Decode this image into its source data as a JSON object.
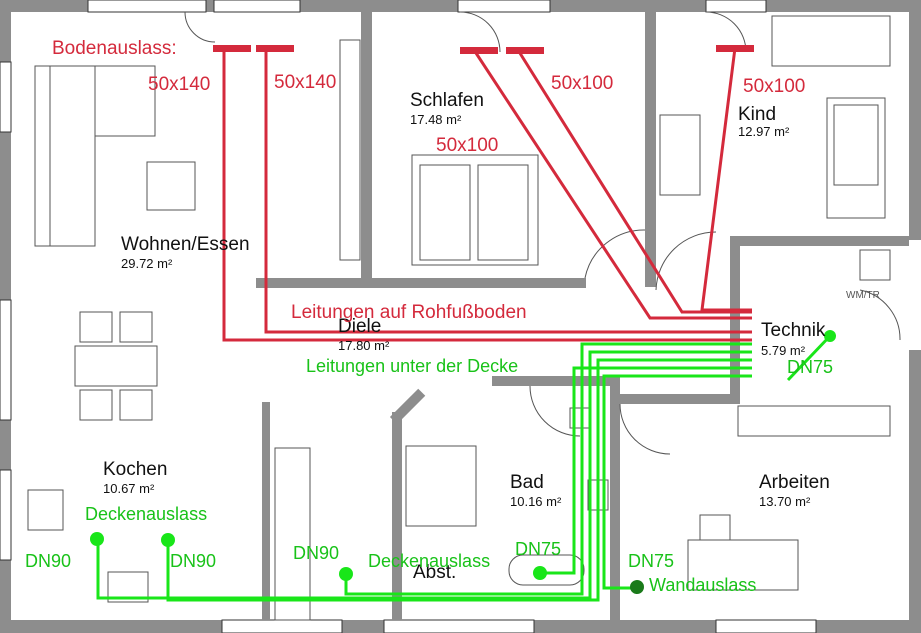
{
  "rooms": {
    "wohnen": {
      "name": "Wohnen/Essen",
      "area": "29.72 m²"
    },
    "schlafen": {
      "name": "Schlafen",
      "area": "17.48 m²"
    },
    "kind": {
      "name": "Kind",
      "area": "12.97 m²"
    },
    "diele": {
      "name": "Diele",
      "area": "17.80 m²"
    },
    "technik": {
      "name": "Technik",
      "area": "5.79 m²"
    },
    "kochen": {
      "name": "Kochen",
      "area": "10.67 m²"
    },
    "bad": {
      "name": "Bad",
      "area": "10.16 m²"
    },
    "abst": {
      "name": "Abst."
    },
    "arbeiten": {
      "name": "Arbeiten",
      "area": "13.70 m²"
    }
  },
  "fixtures": {
    "wm_tr": "WM/TR"
  },
  "supply": {
    "color": "#d42a3c",
    "bodenauslass_label": "Bodenauslass:",
    "dims": [
      "50x140",
      "50x140",
      "50x100",
      "50x100",
      "50x100"
    ],
    "route_label": "Leitungen auf Rohfußboden"
  },
  "exhaust": {
    "color": "#19e619",
    "route_label": "Leitungen unter der Decke",
    "deckenauslass_label": "Deckenauslass",
    "deckenauslass_label2": "Deckenauslass",
    "wandauslass_label": "Wandauslass",
    "dn": [
      "DN90",
      "DN90",
      "DN90",
      "DN75",
      "DN75",
      "DN75"
    ]
  },
  "wall_color": "#8a8a8a"
}
